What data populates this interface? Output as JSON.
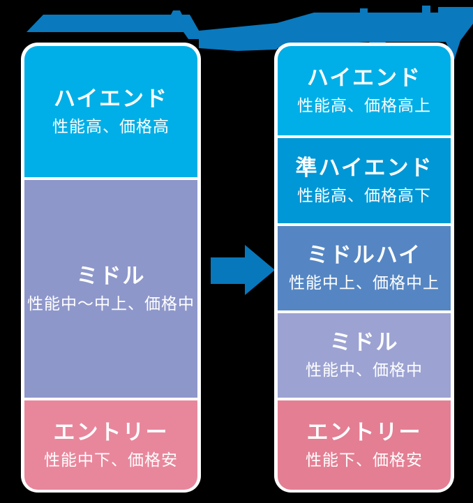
{
  "diagram": {
    "description_visible_elements": "two rounded tier panels, flow arrow, cropped blue header text fragments at top",
    "colors": {
      "background": "#000000",
      "panel_border": "#FFFFFF",
      "accent_blue": "#0A79BE",
      "tier_cyan": "#00AFE7",
      "tier_cyan_dark": "#0097D6",
      "tier_steel_blue": "#5586C3",
      "tier_purple_left": "#8E97CA",
      "tier_purple_right": "#9CA3D2",
      "tier_pink_left": "#E8879C",
      "tier_pink_right": "#E47E93",
      "tier_text": "#FFFFFF"
    },
    "left": {
      "tiers": [
        {
          "title": "ハイエンド",
          "subtitle": "性能高、価格高",
          "color": "#00AFE7"
        },
        {
          "title": "ミドル",
          "subtitle": "性能中〜中上、価格中",
          "color": "#8E97CA"
        },
        {
          "title": "エントリー",
          "subtitle": "性能中下、価格安",
          "color": "#E8879C"
        }
      ]
    },
    "right": {
      "tiers": [
        {
          "title": "ハイエンド",
          "subtitle": "性能高、価格高上",
          "color": "#00AFE7"
        },
        {
          "title": "準ハイエンド",
          "subtitle": "性能高、価格高下",
          "color": "#0097D6"
        },
        {
          "title": "ミドルハイ",
          "subtitle": "性能中上、価格中上",
          "color": "#5586C3"
        },
        {
          "title": "ミドル",
          "subtitle": "性能中、価格中",
          "color": "#9CA3D2"
        },
        {
          "title": "エントリー",
          "subtitle": "性能下、価格安",
          "color": "#E47E93"
        }
      ]
    },
    "arrow": {
      "meaning": "left classification changes into right classification",
      "direction": "right",
      "color": "#0A79BE"
    },
    "header_fragments": {
      "note": "bottom slivers of cropped blue heading text",
      "color": "#0A79BE"
    }
  }
}
